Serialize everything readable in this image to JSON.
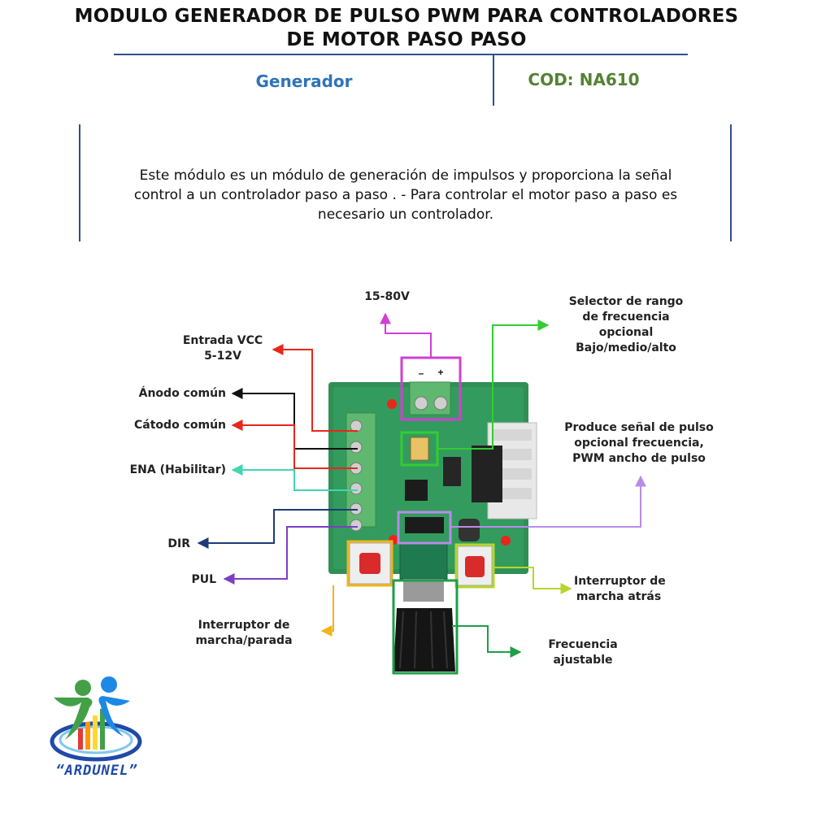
{
  "header": {
    "title_line1": "MODULO GENERADOR DE PULSO PWM PARA CONTROLADORES",
    "title_line2": "DE MOTOR PASO PASO",
    "category": "Generador",
    "code": "COD: NA610",
    "category_color": "#2e74b5",
    "code_color": "#548235"
  },
  "description": {
    "line1": "Este módulo es un módulo de generación de impulsos y proporciona  la señal",
    "line2": "control a un controlador  paso a paso . - Para controlar  el motor paso a paso es",
    "line3": "necesario  un controlador."
  },
  "board": {
    "terminal_minus": "–",
    "terminal_plus": "+"
  },
  "callouts": {
    "voltage_in": "15-80V",
    "freq_range_selector": {
      "line1": "Selector de rango",
      "line2": "de frecuencia",
      "line3": "opcional",
      "line4": "Bajo/medio/alto"
    },
    "vcc_input": {
      "line1": "Entrada VCC",
      "line2": "5-12V"
    },
    "common_anode": "Ánodo común",
    "common_cathode": "Cátodo común",
    "ena": "ENA (Habilitar)",
    "pulse_output": {
      "line1": "Produce señal de pulso",
      "line2": "opcional frecuencia,",
      "line3": "PWM ancho de pulso"
    },
    "dir": "DIR",
    "pul": "PUL",
    "reverse_switch": {
      "line1": "Interruptor de",
      "line2": "marcha atrás"
    },
    "run_stop_switch": {
      "line1": "Interruptor de",
      "line2": "marcha/parada"
    },
    "adjustable_freq": {
      "line1": "Frecuencia",
      "line2": "ajustable"
    }
  },
  "colors": {
    "pink": "#d23fd2",
    "green": "#33cc33",
    "red": "#e8261b",
    "black": "#111111",
    "teal": "#3fd6b0",
    "navy": "#1f3a7a",
    "purple": "#7b3fc4",
    "violet": "#b98be8",
    "yellow": "#f2b417",
    "lime": "#b5d62b",
    "dark_green": "#1f9e4a",
    "board": "#2f8f55"
  },
  "logo": {
    "text": "“ARDUNEL”"
  }
}
